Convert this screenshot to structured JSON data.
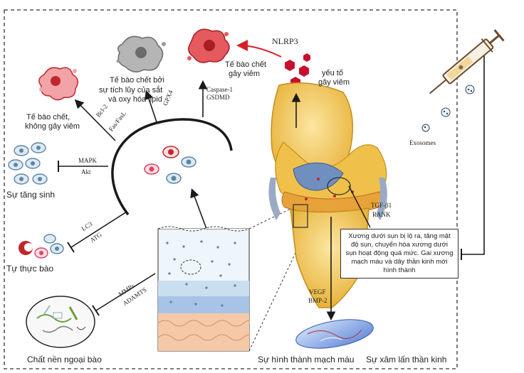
{
  "labels": {
    "necroptosis_caption_line1": "Tế bào chết bởi",
    "necroptosis_caption_line2": "sự tích lũy của sắt",
    "necroptosis_caption_line3": "và oxy hóa lipid",
    "inflammatory_death_line1": "Tế bào chết",
    "inflammatory_death_line2": "gây viêm",
    "nlrp3": "NLRP3",
    "inflammatory_factor_line1": "yếu tố",
    "inflammatory_factor_line2": "gây viêm",
    "apoptosis_line1": "Tế bào chết,",
    "apoptosis_line2": "không gây viêm",
    "proliferation": "Sự tăng sinh",
    "autophagy": "Tự thực bào",
    "ecm": "Chất nền ngoại bào",
    "angiogenesis": "Sự hình thành mạch máu",
    "nerve_invasion": "Sự xâm lấn thần kinh",
    "exosomes": "Exosomes"
  },
  "pathway_labels": {
    "bcl2": "Bcl-2",
    "fasfasl": "Fas/FasL",
    "gpx4": "GPX4",
    "caspase1": "Caspase-1",
    "gsdmd": "GSDMD",
    "mapk": "MAPK",
    "akt": "Akt",
    "lc3": "LC3",
    "atg": "ATG",
    "mmps": "MMPs",
    "adamts": "ADAMTS",
    "tgfb1": "TGF-β1",
    "rank": "RANK",
    "vegf": "VEGF",
    "bmp2": "BMP-2"
  },
  "infobox": {
    "text": "Xương dưới sụn bị lộ ra, tăng mật độ sụn, chuyển hóa xương dưới sụn hoạt động quá mức. Gai xương mạch máu và dây thần kinh mới hình thành"
  },
  "colors": {
    "line": "#1a1a1a",
    "arrow_red": "#d81f26",
    "cell_blue": "#5b86a8",
    "cell_red": "#c0272d",
    "bone_yellow": "#f2c94c",
    "cartilage_blue": "#6f8fbf"
  }
}
